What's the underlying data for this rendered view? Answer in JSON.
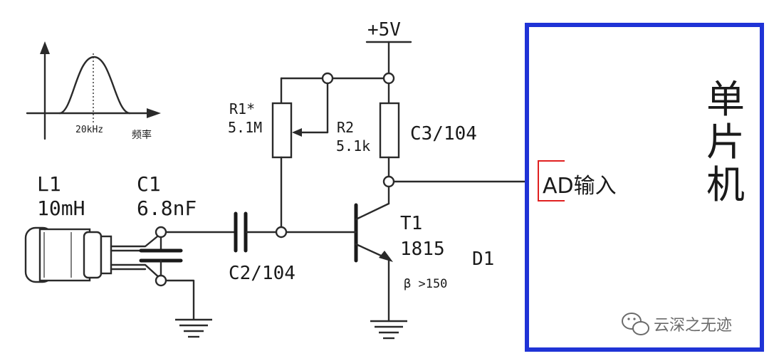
{
  "colors": {
    "mcu_border": "#1f33d6",
    "ad_bracket": "#e02020",
    "wire": "#2a2a2a"
  },
  "power": {
    "label": "+5V"
  },
  "inset": {
    "freq_mark": "20kHz",
    "axis_label": "频率"
  },
  "components": {
    "L1": {
      "ref": "L1",
      "value": "10mH"
    },
    "C1": {
      "ref": "C1",
      "value": "6.8nF"
    },
    "C2": {
      "label": "C2/104"
    },
    "R1": {
      "ref": "R1*",
      "value": "5.1M"
    },
    "R2": {
      "ref": "R2",
      "value": "5.1k"
    },
    "C3": {
      "label": "C3/104"
    },
    "T1": {
      "ref": "T1",
      "model": "1815",
      "beta": "β >150"
    },
    "D1": {
      "ref": "D1"
    }
  },
  "mcu": {
    "label_chars": [
      "单",
      "片",
      "机"
    ],
    "ad_input": "AD输入"
  },
  "watermark": {
    "text": "云深之无迹",
    "icon": "wechat-icon"
  }
}
